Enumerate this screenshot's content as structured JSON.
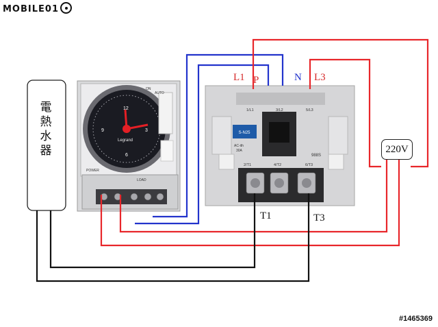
{
  "logo": {
    "text": "MOBILE01"
  },
  "heater": {
    "label": "電熱水器"
  },
  "contactor": {
    "labels": {
      "l1": "L1",
      "p": "P",
      "n": "N",
      "l3": "L3",
      "t1": "T1",
      "t3": "T3"
    },
    "model": "S-N25",
    "rating": "AC-ith\n30A",
    "top_terminals": [
      "1/L1",
      "3/L2",
      "5/L3"
    ],
    "bottom_terminals": [
      "2/T1",
      "4/T2",
      "6/T3"
    ],
    "side_code": "988S"
  },
  "timer": {
    "brand": "Legrand",
    "labels": [
      "ON",
      "AUTO",
      "POWER",
      "LOAD"
    ]
  },
  "power_source": {
    "label": "220V"
  },
  "watermark": {
    "text": "#1465369"
  },
  "colors": {
    "live": "#e8262a",
    "neutral": "#2233cc",
    "load": "#111111"
  }
}
